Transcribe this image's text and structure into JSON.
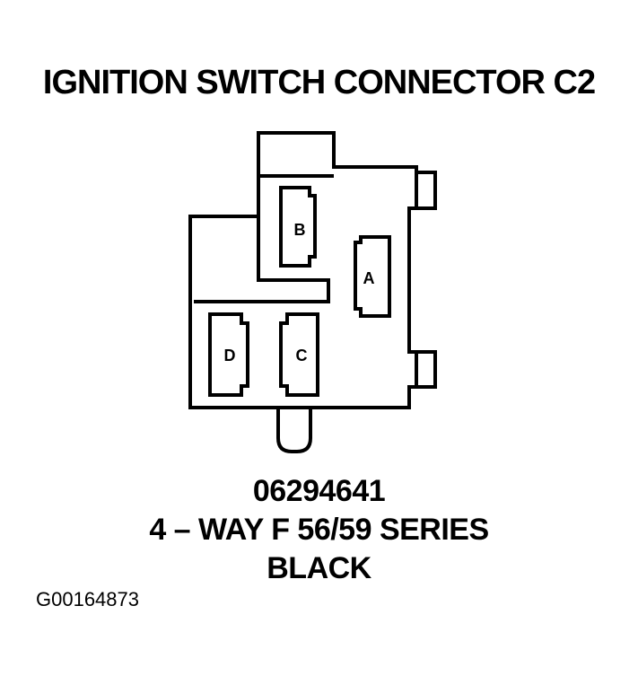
{
  "title": "IGNITION SWITCH CONNECTOR C2",
  "connector": {
    "pins": {
      "a": "A",
      "b": "B",
      "c": "C",
      "d": "D"
    },
    "part_number": "06294641",
    "description": "4 – WAY F 56/59 SERIES",
    "color": "BLACK"
  },
  "figure_id": "G00164873"
}
